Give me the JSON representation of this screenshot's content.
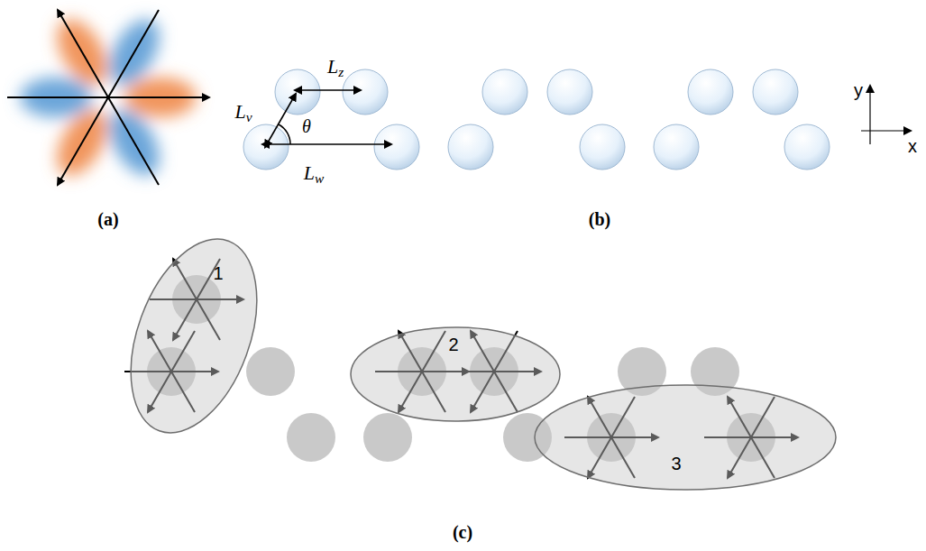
{
  "diagram": {
    "nodes": [
      {
        "text": [
          "1"
        ]
      },
      {
        "text": [
          "2"
        ]
      },
      {
        "text": [
          "3"
        ]
      }
    ],
    "labels": [
      "(a)",
      "(b)",
      "(c)",
      "Lz",
      "Lv",
      "θ",
      "Lw",
      "y",
      "x"
    ]
  }
}
